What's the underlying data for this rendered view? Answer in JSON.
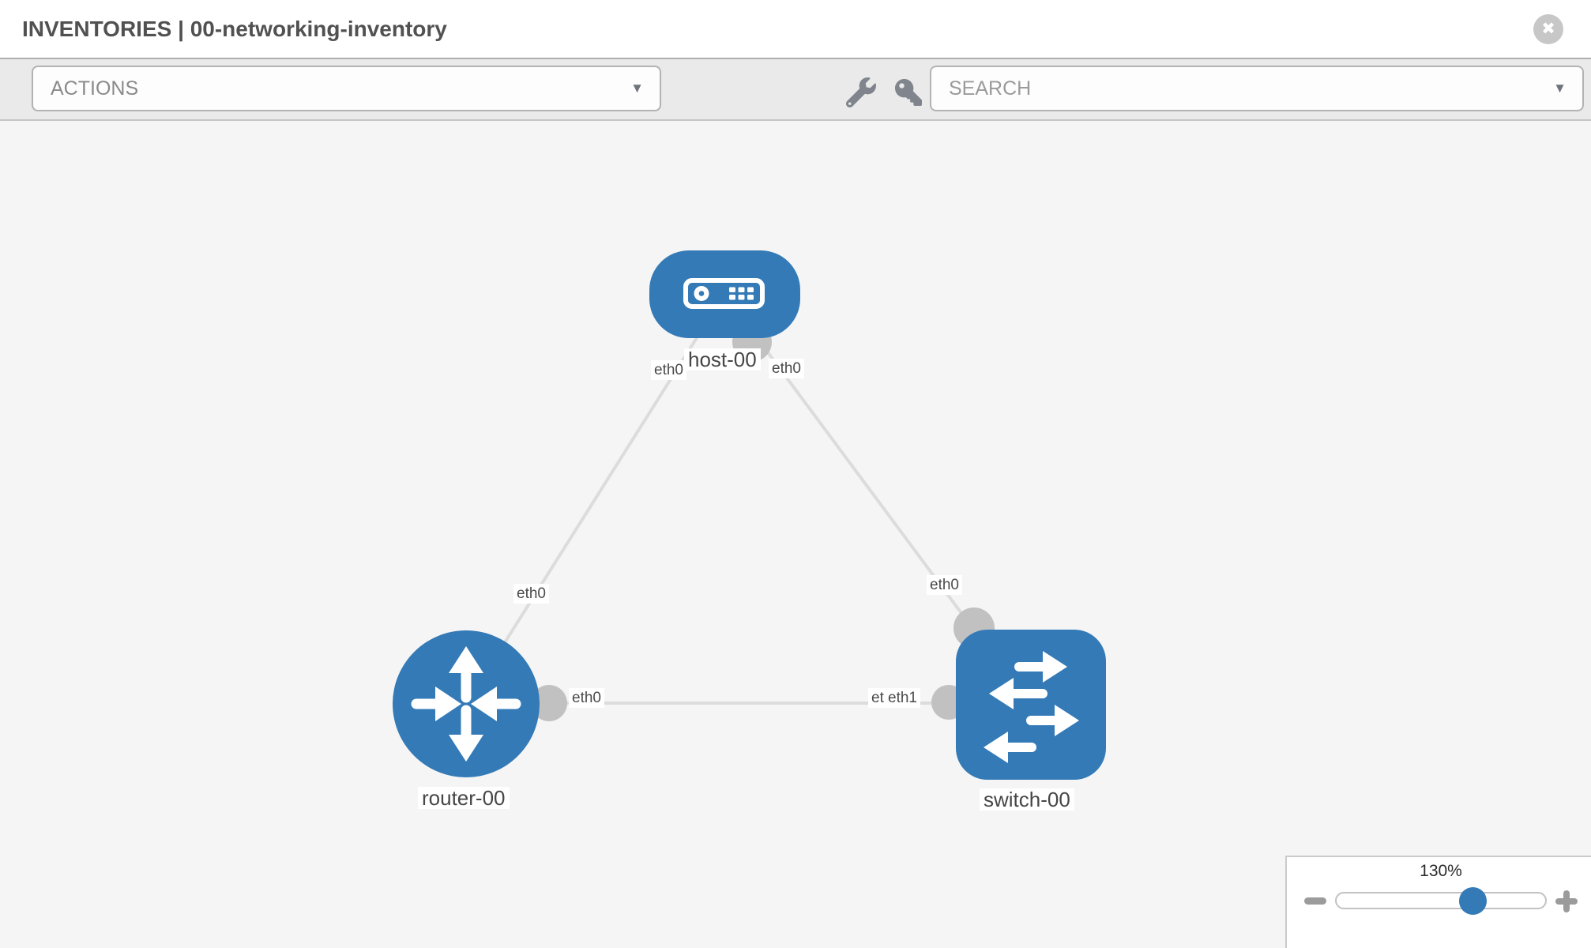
{
  "header": {
    "title": "INVENTORIES | 00-networking-inventory"
  },
  "toolbar": {
    "actions_label": "ACTIONS",
    "search_placeholder": "SEARCH"
  },
  "icons": {
    "chevron_down": "▼",
    "close": "✖"
  },
  "topology": {
    "nodes": [
      {
        "name": "host-00",
        "type": "host"
      },
      {
        "name": "router-00",
        "type": "router"
      },
      {
        "name": "switch-00",
        "type": "switch"
      }
    ],
    "links": [
      {
        "source": "host-00",
        "target": "router-00",
        "source_interface": "eth0",
        "target_interface": "eth0"
      },
      {
        "source": "host-00",
        "target": "switch-00",
        "source_interface": "eth0",
        "target_interface": "eth0"
      },
      {
        "source": "router-00",
        "target": "switch-00",
        "source_interface": "eth0",
        "target_interface": "eth1",
        "target_interface_duplicate": "eth1"
      }
    ]
  },
  "zoom_control": {
    "level": "130%"
  },
  "colors": {
    "node_blue": "#337ab7",
    "link_gray": "#dcdcdc",
    "endpoint_gray": "#c1c1c1"
  }
}
